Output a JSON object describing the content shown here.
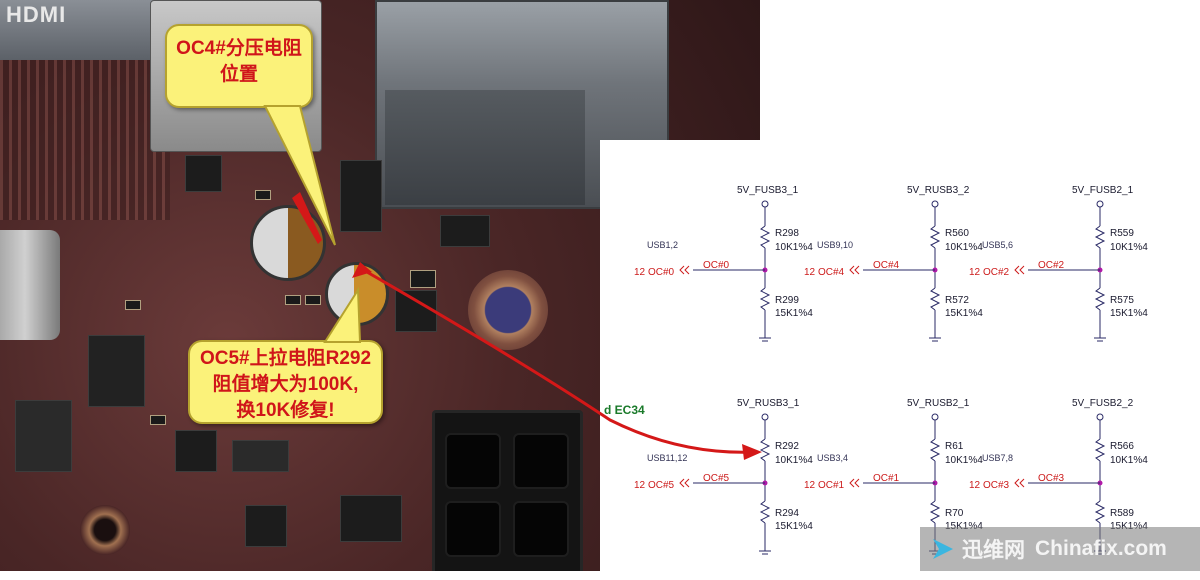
{
  "photo": {
    "silkscreen_hdmi": "HDMI",
    "callouts": {
      "oc4": [
        "OC4#分压电阻",
        "位置"
      ],
      "oc5": [
        "OC5#上拉电阻R292",
        "阻值增大为100K,",
        "换10K修复!"
      ]
    },
    "arrow_color": "#d41818",
    "callout_fill": "#fbf27a",
    "callout_text_color": "#d0151a"
  },
  "schematic": {
    "partial_label": "d EC34",
    "circuits": [
      {
        "rail": "5V_FUSB3_1",
        "usb": "USB1,2",
        "oc_pin": "12",
        "oc_name": "OC#0",
        "oc_wire": "OC#0",
        "top_res": "R298",
        "top_val": "10K1%4",
        "bot_res": "R299",
        "bot_val": "15K1%4"
      },
      {
        "rail": "5V_RUSB3_2",
        "usb": "USB9,10",
        "oc_pin": "12",
        "oc_name": "OC#4",
        "oc_wire": "OC#4",
        "top_res": "R560",
        "top_val": "10K1%4",
        "bot_res": "R572",
        "bot_val": "15K1%4"
      },
      {
        "rail": "5V_FUSB2_1",
        "usb": "USB5,6",
        "oc_pin": "12",
        "oc_name": "OC#2",
        "oc_wire": "OC#2",
        "top_res": "R559",
        "top_val": "10K1%4",
        "bot_res": "R575",
        "bot_val": "15K1%4"
      },
      {
        "rail": "5V_RUSB3_1",
        "usb": "USB11,12",
        "oc_pin": "12",
        "oc_name": "OC#5",
        "oc_wire": "OC#5",
        "top_res": "R292",
        "top_val": "10K1%4",
        "bot_res": "R294",
        "bot_val": "15K1%4"
      },
      {
        "rail": "5V_RUSB2_1",
        "usb": "USB3,4",
        "oc_pin": "12",
        "oc_name": "OC#1",
        "oc_wire": "OC#1",
        "top_res": "R61",
        "top_val": "10K1%4",
        "bot_res": "R70",
        "bot_val": "15K1%4"
      },
      {
        "rail": "5V_FUSB2_2",
        "usb": "USB7,8",
        "oc_pin": "12",
        "oc_name": "OC#3",
        "oc_wire": "OC#3",
        "top_res": "R566",
        "top_val": "10K1%4",
        "bot_res": "R589",
        "bot_val": "15K1%4"
      }
    ],
    "wire_color": "#2a2a66",
    "accent_color": "#cc1b1b",
    "node_color": "#b01aa8"
  },
  "watermark": {
    "cn": "迅维网",
    "en": "Chinafix.com"
  }
}
